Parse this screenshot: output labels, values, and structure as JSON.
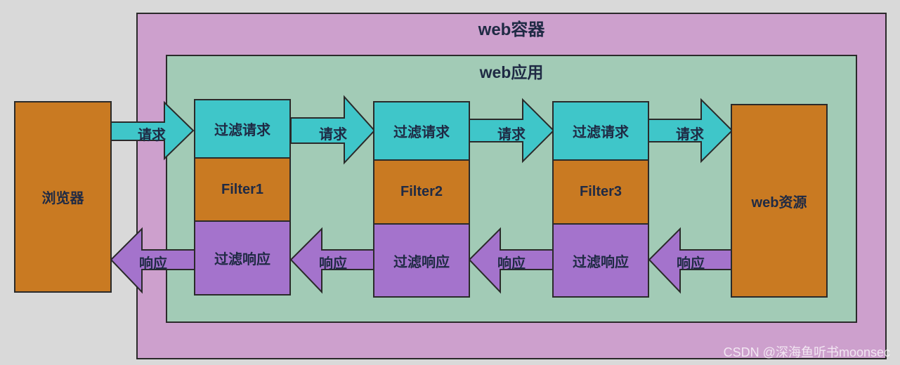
{
  "container": {
    "title": "web容器"
  },
  "app": {
    "title": "web应用"
  },
  "browser": {
    "label": "浏览器"
  },
  "resource": {
    "label": "web资源"
  },
  "filters": [
    {
      "name": "Filter1",
      "request_label": "过滤请求",
      "response_label": "过滤响应"
    },
    {
      "name": "Filter2",
      "request_label": "过滤请求",
      "response_label": "过滤响应"
    },
    {
      "name": "Filter3",
      "request_label": "过滤请求",
      "response_label": "过滤响应"
    }
  ],
  "arrows": {
    "request_label": "请求",
    "response_label": "响应"
  },
  "watermark": "CSDN @深海鱼听书moonsec",
  "colors": {
    "container": "#cda0cd",
    "app": "#a2cbb6",
    "orange": "#c97a22",
    "cyan": "#3fc6c9",
    "purple": "#a473cc"
  }
}
